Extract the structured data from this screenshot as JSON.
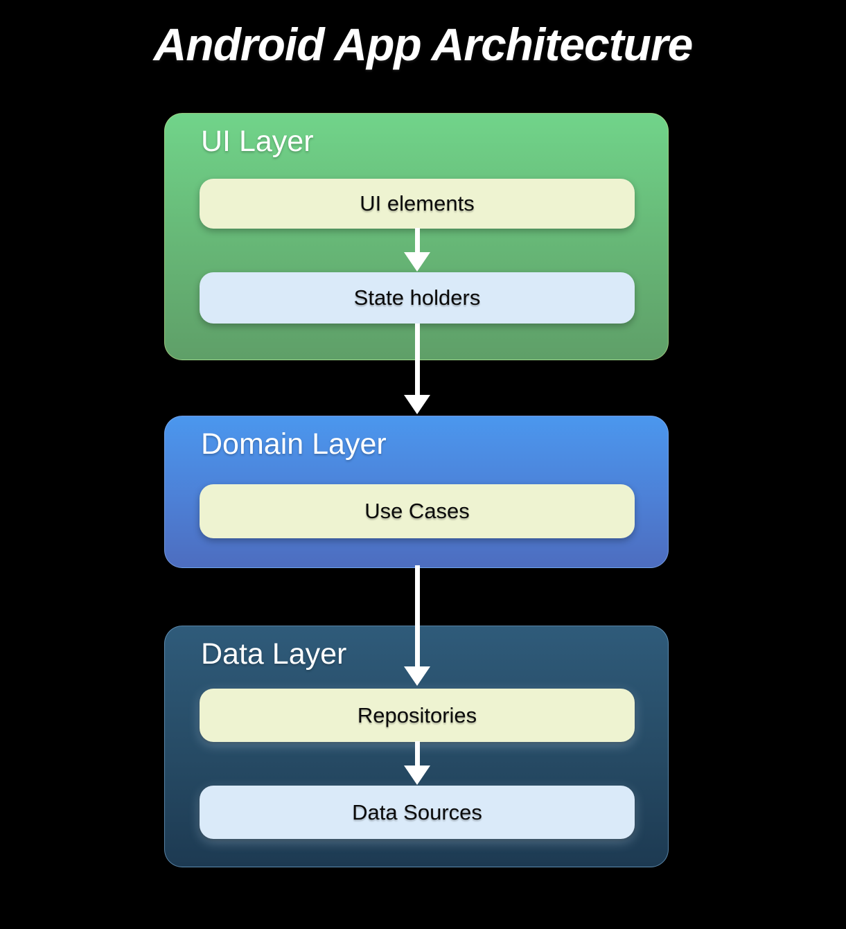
{
  "title": "Android App Architecture",
  "layers": [
    {
      "name": "UI Layer",
      "nodes": [
        "UI elements",
        "State holders"
      ]
    },
    {
      "name": "Domain Layer",
      "nodes": [
        "Use Cases"
      ]
    },
    {
      "name": "Data Layer",
      "nodes": [
        "Repositories",
        "Data Sources"
      ]
    }
  ],
  "flow": [
    "UI elements -> State holders",
    "State holders -> Domain Layer",
    "Domain Layer -> Repositories",
    "Repositories -> Data Sources"
  ],
  "colors": {
    "background": "#000000",
    "title_text": "#ffffff",
    "ui_layer_top": "#71d48a",
    "ui_layer_bottom": "#5f9f68",
    "domain_layer_top": "#4b97ee",
    "domain_layer_bottom": "#4d6dbf",
    "data_layer_top": "#2f5b7a",
    "data_layer_bottom": "#1d3a52",
    "node_yellow": "#eef3d1",
    "node_blue": "#daeaf9",
    "node_text": "#0a0a0a",
    "layer_title_text": "#ffffff",
    "arrow": "#ffffff"
  }
}
